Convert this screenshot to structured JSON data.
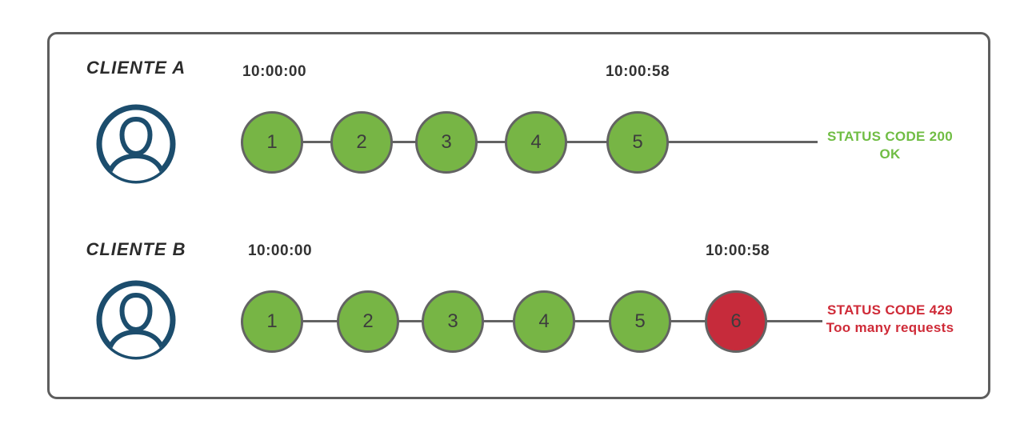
{
  "rows": [
    {
      "client_label": "CLIENTE A",
      "start_time": "10:00:00",
      "end_time": "10:00:58",
      "requests": [
        {
          "label": "1",
          "status": "ok"
        },
        {
          "label": "2",
          "status": "ok"
        },
        {
          "label": "3",
          "status": "ok"
        },
        {
          "label": "4",
          "status": "ok"
        },
        {
          "label": "5",
          "status": "ok"
        }
      ],
      "status_title": "STATUS CODE 200",
      "status_subtitle": "OK"
    },
    {
      "client_label": "CLIENTE B",
      "start_time": "10:00:00",
      "end_time": "10:00:58",
      "requests": [
        {
          "label": "1",
          "status": "ok"
        },
        {
          "label": "2",
          "status": "ok"
        },
        {
          "label": "3",
          "status": "ok"
        },
        {
          "label": "4",
          "status": "ok"
        },
        {
          "label": "5",
          "status": "ok"
        },
        {
          "label": "6",
          "status": "blocked"
        }
      ],
      "status_title": "STATUS CODE 429",
      "status_subtitle": "Too many requests"
    }
  ],
  "icons": {
    "client_a": "user-avatar-icon",
    "client_b": "user-avatar-icon"
  },
  "colors": {
    "ok_fill": "#77b545",
    "blocked_fill": "#c62b3b",
    "circle_border": "#636363",
    "line": "#636363",
    "frame_border": "#5e5e5e",
    "avatar": "#1c4d6d",
    "timestamp_text": "#333333",
    "client_label_text": "#2b2b2b",
    "number_text": "#3d3d3d",
    "status_ok_text": "#70bd44",
    "status_blocked_text": "#cf2b38"
  }
}
